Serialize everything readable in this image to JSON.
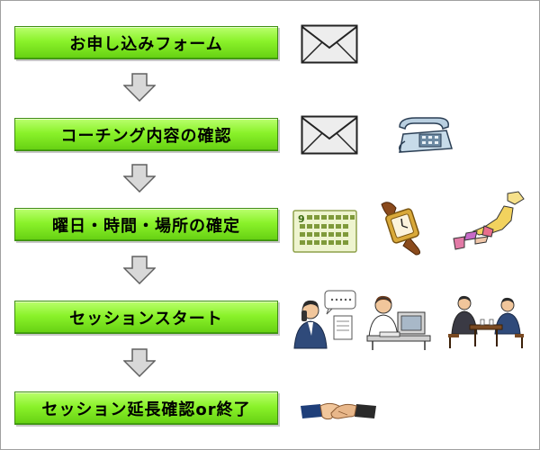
{
  "steps": [
    {
      "label": "お申し込みフォーム"
    },
    {
      "label": "コーチング内容の確認"
    },
    {
      "label": "曜日・時間・場所の確定"
    },
    {
      "label": "セッションスタート"
    },
    {
      "label": "セッション延長確認or終了"
    }
  ],
  "icons": {
    "calendar_month": "9"
  },
  "colors": {
    "step_fill_top": "#baff6e",
    "step_fill_bottom": "#66d012",
    "step_border": "#3f8f12",
    "arrow_fill": "#d8d8d8",
    "arrow_stroke": "#606060"
  }
}
